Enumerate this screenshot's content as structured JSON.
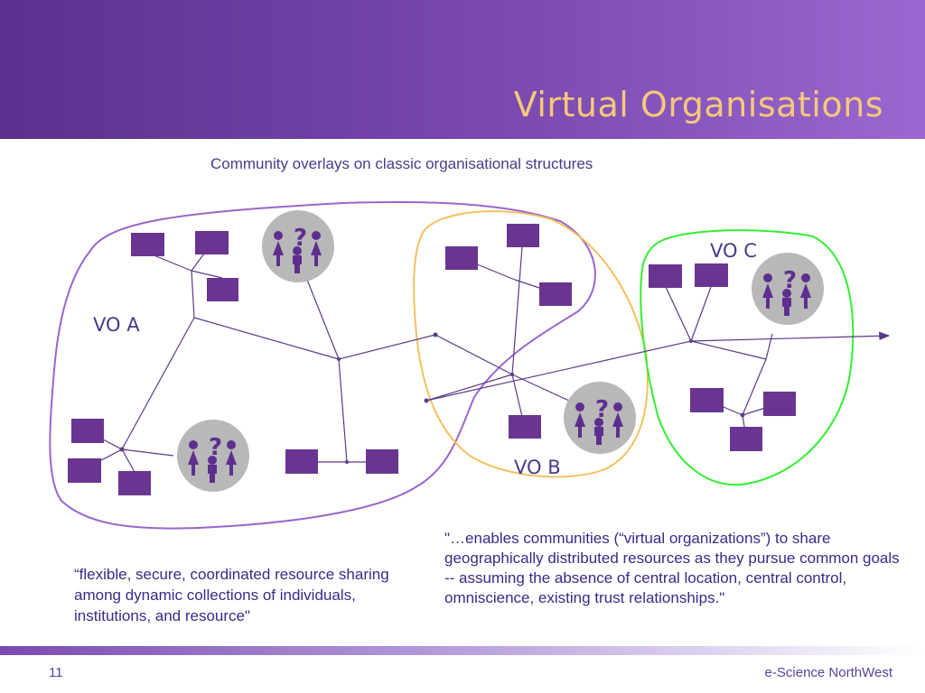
{
  "slide": {
    "title": "Virtual Organisations",
    "subtitle": "Community overlays on classic organisational structures",
    "page_number": "11",
    "organisation": "e-Science NorthWest"
  },
  "diagram": {
    "labels": {
      "vo_a": "VO A",
      "vo_b": "VO B",
      "vo_c": "VO C"
    },
    "people_icon_symbol": "?",
    "icons": [
      "people-group-icon",
      "resource-box-icon",
      "arrow-right-icon"
    ],
    "colors": {
      "vo_a_outline": "#9966cc",
      "vo_b_outline": "#f5c060",
      "vo_c_outline": "#33ee33",
      "resource_box": "#6a3590",
      "people_circle": "#b8b8b8",
      "link_line": "#5c3a8a"
    }
  },
  "quotes": {
    "left": "“flexible, secure, coordinated resource sharing among dynamic collections of individuals, institutions, and resource\"",
    "right": "\"…enables communities (“virtual organizations”) to share geographically distributed resources as they pursue common goals -- assuming the absence of central location, central control, omniscience, existing trust relationships.\""
  }
}
